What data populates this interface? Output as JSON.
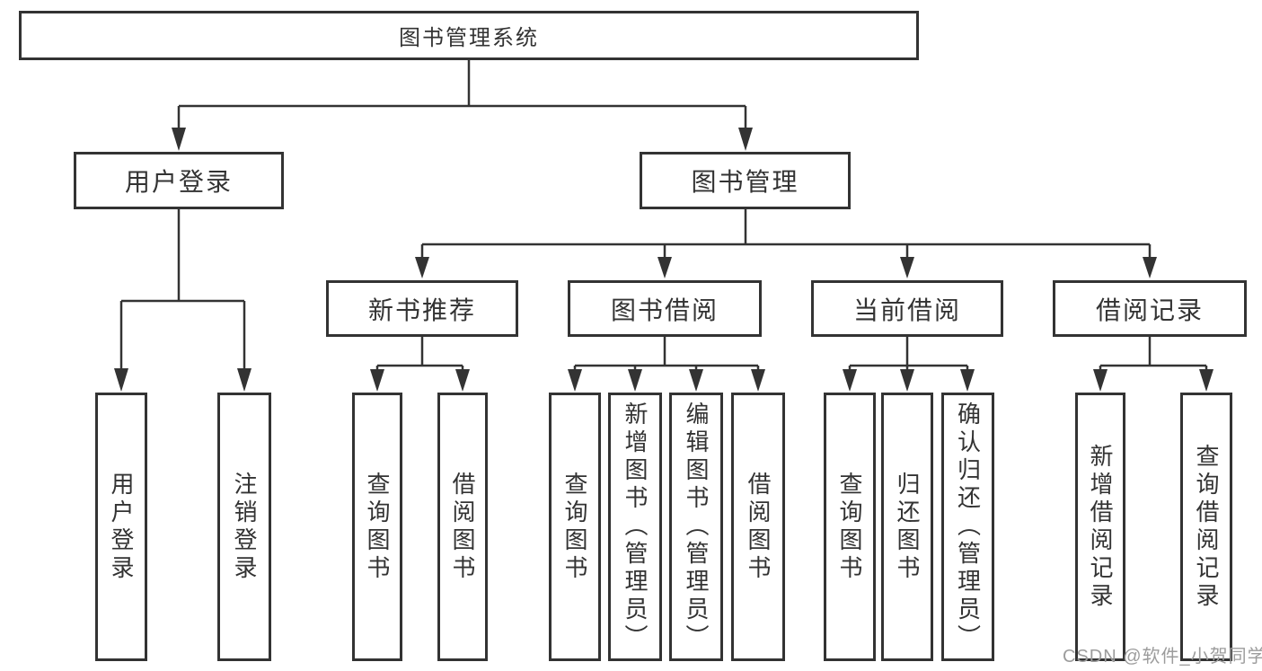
{
  "diagram": {
    "title": "图书管理系统",
    "tree": {
      "root": {
        "label": "图书管理系统"
      },
      "branches": [
        {
          "label": "用户登录",
          "children": [
            {
              "label": "用户登录"
            },
            {
              "label": "注销登录"
            }
          ]
        },
        {
          "label": "图书管理",
          "children": [
            {
              "label": "新书推荐",
              "children": [
                {
                  "label": "查询图书"
                },
                {
                  "label": "借阅图书"
                }
              ]
            },
            {
              "label": "图书借阅",
              "children": [
                {
                  "label": "查询图书"
                },
                {
                  "label": "新增图书（管理员）"
                },
                {
                  "label": "编辑图书（管理员）"
                },
                {
                  "label": "借阅图书"
                }
              ]
            },
            {
              "label": "当前借阅",
              "children": [
                {
                  "label": "查询图书"
                },
                {
                  "label": "归还图书"
                },
                {
                  "label": "确认归还（管理员）"
                }
              ]
            },
            {
              "label": "借阅记录",
              "children": [
                {
                  "label": "新增借阅记录"
                },
                {
                  "label": "查询借阅记录"
                }
              ]
            }
          ]
        }
      ]
    },
    "colors": {
      "line": "#333333",
      "box_border": "#333333",
      "box_fill": "#ffffff",
      "text": "#333333",
      "watermark": "#9c9c9c"
    }
  },
  "watermark": {
    "text": "CSDN @软件_小贺同学"
  }
}
